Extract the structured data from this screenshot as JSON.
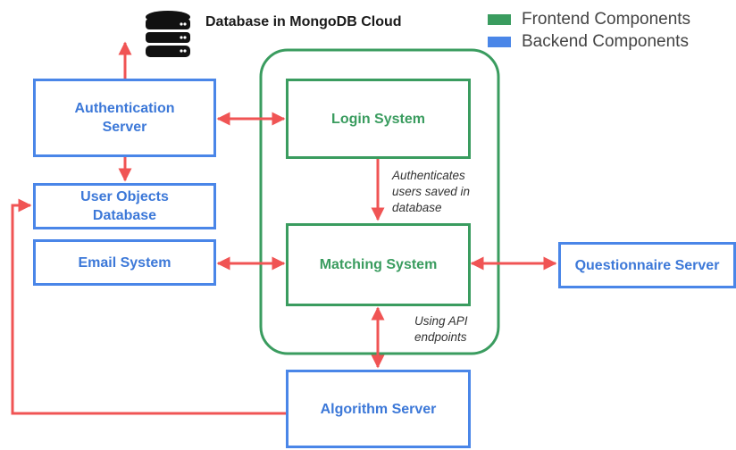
{
  "legend": {
    "frontend": {
      "label": "Frontend Components",
      "color": "#3a9c5f"
    },
    "backend": {
      "label": "Backend Components",
      "color": "#4a86e8"
    }
  },
  "database": {
    "label": "Database in MongoDB Cloud",
    "icon": "database-icon"
  },
  "backend_boxes": {
    "auth": "Authentication Server",
    "user_db": "User Objects Database",
    "email": "Email System",
    "questionnaire": "Questionnaire Server",
    "algorithm": "Algorithm Server"
  },
  "frontend_boxes": {
    "login": "Login System",
    "matching": "Matching System"
  },
  "notes": {
    "auth_line1": "Authenticates",
    "auth_line2": "users saved in",
    "auth_line3": "database",
    "api_line1": "Using API",
    "api_line2": "endpoints"
  },
  "colors": {
    "arrow": "#f05454"
  }
}
